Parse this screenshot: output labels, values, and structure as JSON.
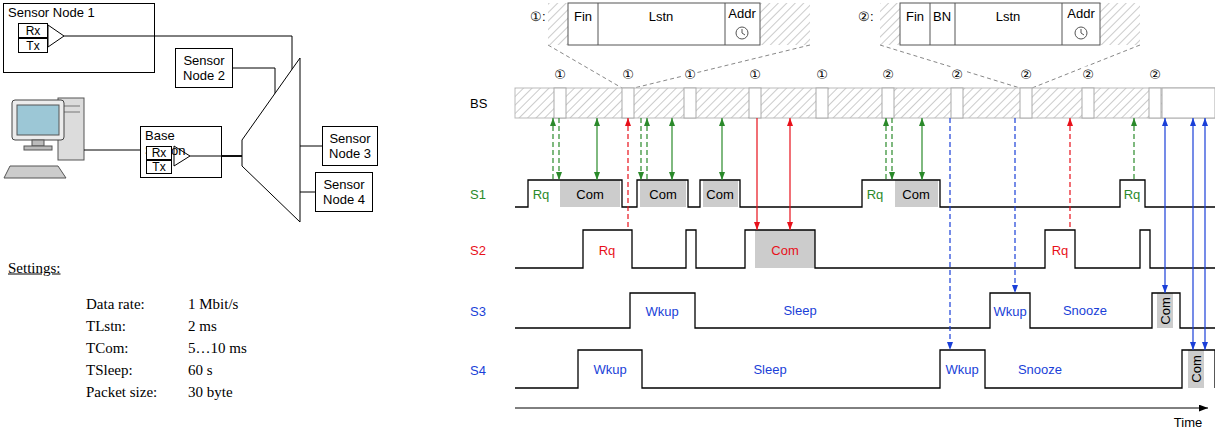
{
  "diagram": {
    "nodes": [
      {
        "text": [
          "Sensor Node 1"
        ]
      },
      {
        "text": [
          "Rx"
        ],
        "in": 0
      },
      {
        "text": [
          "Tx"
        ],
        "in": 0
      },
      {
        "text": [
          "Sensor Node 2"
        ]
      },
      {
        "text": [
          "Base Station"
        ]
      },
      {
        "text": [
          "Rx"
        ],
        "in": 4
      },
      {
        "text": [
          "Tx"
        ],
        "in": 4
      },
      {
        "text": [
          "Sensor Node 3"
        ]
      },
      {
        "text": [
          "Sensor Node 4"
        ]
      }
    ],
    "edges": [
      {
        "from": 4,
        "to": 0,
        "arrow": "none"
      },
      {
        "from": 4,
        "to": 3,
        "arrow": "none"
      },
      {
        "from": 4,
        "to": 7,
        "arrow": "none"
      },
      {
        "from": 4,
        "to": 8,
        "arrow": "none"
      }
    ],
    "labels": [
      "①:",
      "Fin",
      "Lstn",
      "Addr",
      "②:",
      "Fin",
      "BN",
      "Lstn",
      "Addr",
      "①",
      "①",
      "①",
      "①",
      "①",
      "②",
      "②",
      "②",
      "②",
      "②",
      "BS",
      "S1",
      "S2",
      "S3",
      "S4",
      "Rq",
      "Com",
      "Com",
      "Com",
      "Rq",
      "Com",
      "Rq",
      "Rq",
      "Com",
      "Rq",
      "Wkup",
      "Sleep",
      "Wkup",
      "Snooze",
      "Com",
      "Wkup",
      "Sleep",
      "Wkup",
      "Snooze",
      "Com",
      "Time",
      "Settings:",
      "Data rate:",
      "1 Mbit/s",
      "TLstn:",
      "2 ms",
      "TCom:",
      "5…10 ms",
      "TSleep:",
      "60 s",
      "Packet size:",
      "30 byte"
    ]
  }
}
